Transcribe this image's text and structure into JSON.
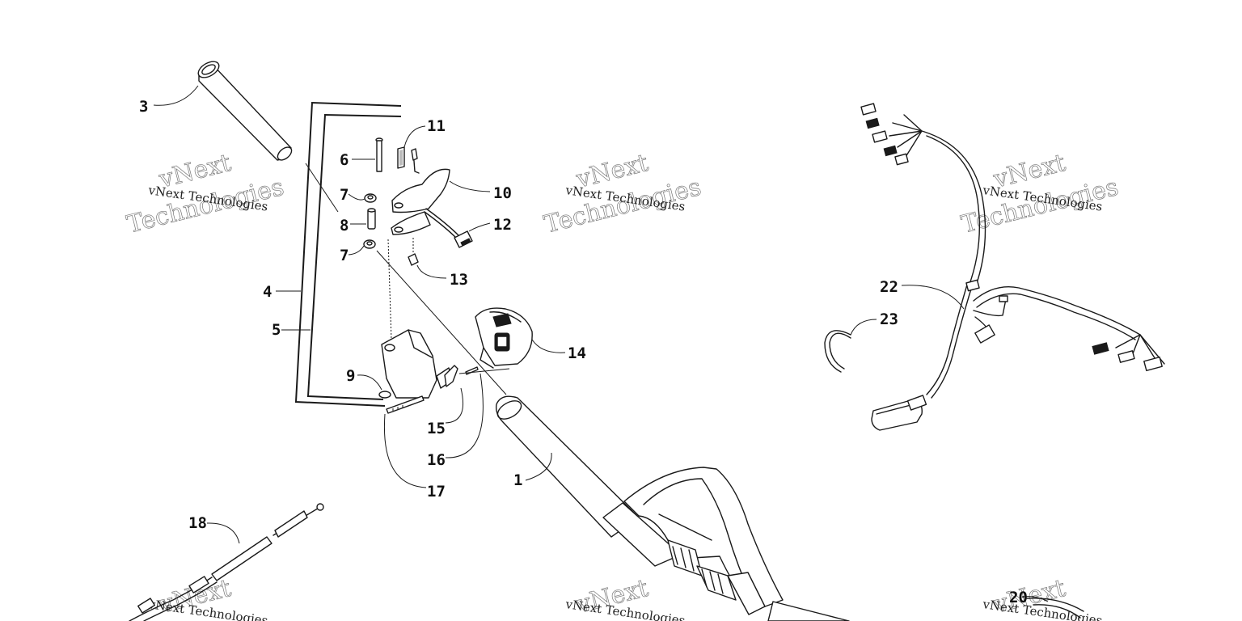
{
  "watermark": {
    "line1": "vNext Technologies",
    "line2": "vNext",
    "line3": "Technologies"
  },
  "callouts": {
    "c1": "1",
    "c3": "3",
    "c4": "4",
    "c5": "5",
    "c6": "6",
    "c7a": "7",
    "c7b": "7",
    "c8": "8",
    "c9": "9",
    "c10": "10",
    "c11": "11",
    "c12": "12",
    "c13": "13",
    "c14": "14",
    "c15": "15",
    "c16": "16",
    "c17": "17",
    "c18": "18",
    "c20": "20",
    "c22": "22",
    "c23": "23"
  }
}
